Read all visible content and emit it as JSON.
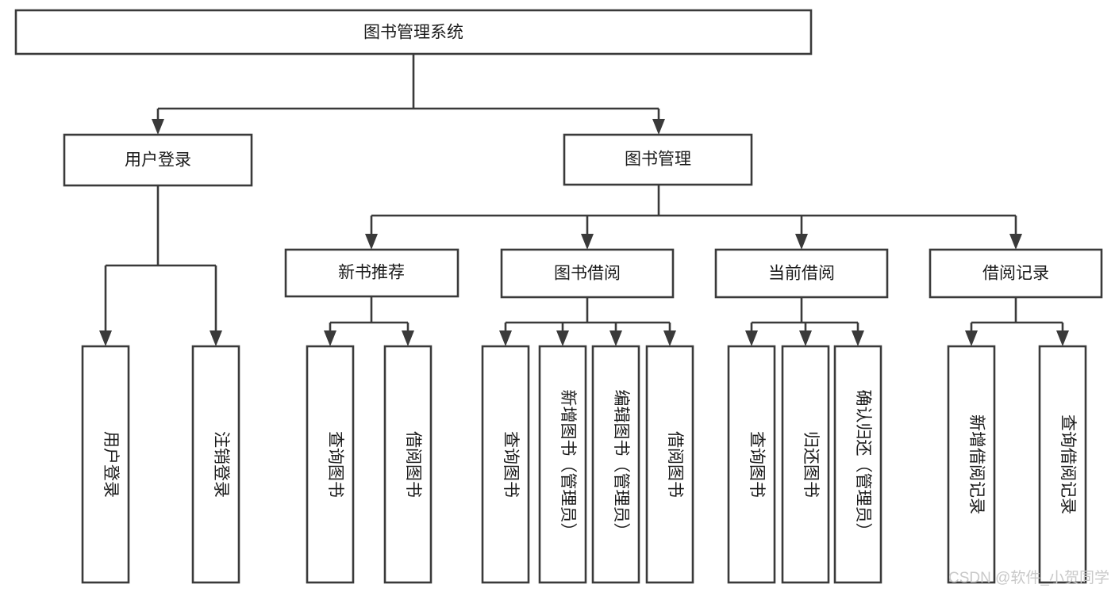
{
  "diagram": {
    "title": "图书管理系统",
    "type": "tree-hierarchy",
    "watermark": "CSDN @软件_小贺同学",
    "colors": {
      "stroke": "#3a3a3a",
      "box_fill": "#ffffff",
      "text": "#1b1b1b",
      "background": "#ffffff",
      "watermark": "#c9c9c9"
    },
    "levels": {
      "root": {
        "label": "图书管理系统"
      },
      "level2": [
        {
          "label": "用户登录"
        },
        {
          "label": "图书管理"
        }
      ],
      "level3": [
        {
          "label": "新书推荐"
        },
        {
          "label": "图书借阅"
        },
        {
          "label": "当前借阅"
        },
        {
          "label": "借阅记录"
        }
      ],
      "leaves": {
        "user_login": [
          {
            "label": "用户登录"
          },
          {
            "label": "注销登录"
          }
        ],
        "new_book_recommend": [
          {
            "label": "查询图书"
          },
          {
            "label": "借阅图书"
          }
        ],
        "book_borrow": [
          {
            "label": "查询图书"
          },
          {
            "label": "新增图书（管理员）"
          },
          {
            "label": "编辑图书（管理员）"
          },
          {
            "label": "借阅图书"
          }
        ],
        "current_borrow": [
          {
            "label": "查询图书"
          },
          {
            "label": "归还图书"
          },
          {
            "label": "确认归还（管理员）"
          }
        ],
        "borrow_record": [
          {
            "label": "新增借阅记录"
          },
          {
            "label": "查询借阅记录"
          }
        ]
      }
    }
  }
}
